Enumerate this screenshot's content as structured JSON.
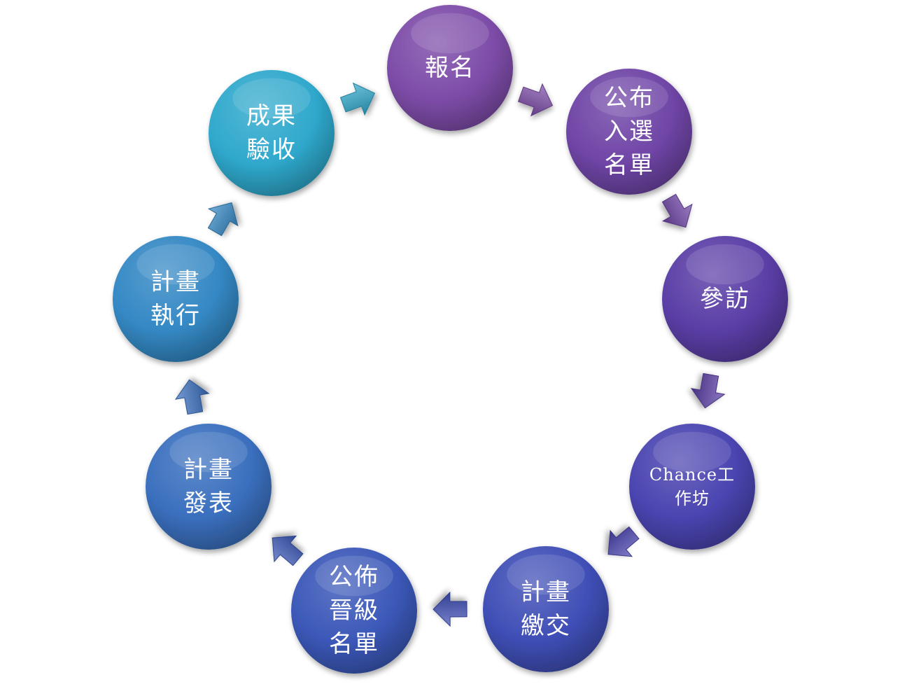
{
  "diagram": {
    "type": "cycle",
    "steps": [
      {
        "id": "signup",
        "lines": [
          "報名"
        ],
        "color": "#7d4ca8"
      },
      {
        "id": "announce-selected",
        "lines": [
          "公布",
          "入選",
          "名單"
        ],
        "color": "#6f45a6"
      },
      {
        "id": "visit",
        "lines": [
          "參訪"
        ],
        "color": "#5a3ea6"
      },
      {
        "id": "chance-workshop",
        "lines": [
          "Chance工",
          "作坊"
        ],
        "color": "#4a44b0"
      },
      {
        "id": "plan-submit",
        "lines": [
          "計畫",
          "繳交"
        ],
        "color": "#3f4eb6"
      },
      {
        "id": "announce-promoted",
        "lines": [
          "公佈",
          "晉級",
          "名單"
        ],
        "color": "#3b58b8"
      },
      {
        "id": "plan-present",
        "lines": [
          "計畫",
          "發表"
        ],
        "color": "#3a6fbe"
      },
      {
        "id": "plan-execute",
        "lines": [
          "計畫",
          "執行"
        ],
        "color": "#3488c4"
      },
      {
        "id": "acceptance",
        "lines": [
          "成果",
          "驗收"
        ],
        "color": "#2fa8cc"
      }
    ]
  }
}
